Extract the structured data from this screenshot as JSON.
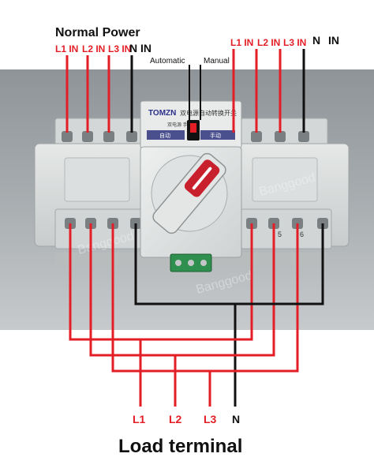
{
  "header": {
    "normal_power_title": "Normal Power",
    "left_inputs": [
      "L1 IN",
      "L2 IN",
      "L3 IN",
      "N IN"
    ],
    "right_inputs": [
      "L1 IN",
      "L2 IN",
      "L3 IN",
      "N",
      "IN"
    ]
  },
  "switch_labels": {
    "automatic": "Automatic",
    "manual": "Manual"
  },
  "device": {
    "brand": "TOMZN",
    "title_cn": "双电源自动转换开关",
    "mode_auto": "自动",
    "mode_manual": "手动",
    "mode_row_cn": "双电源    手动",
    "watermark": "Banggood"
  },
  "terminal_numbers": [
    "5",
    "6"
  ],
  "outputs": [
    "L1",
    "L2",
    "L3",
    "N"
  ],
  "footer": {
    "load_terminal": "Load terminal"
  },
  "colors": {
    "wire_red": "#e41e26",
    "wire_black": "#111111",
    "photo_background": "#9aa0a4",
    "housing": "#d9dcdc",
    "handle_red": "#c8202c"
  }
}
